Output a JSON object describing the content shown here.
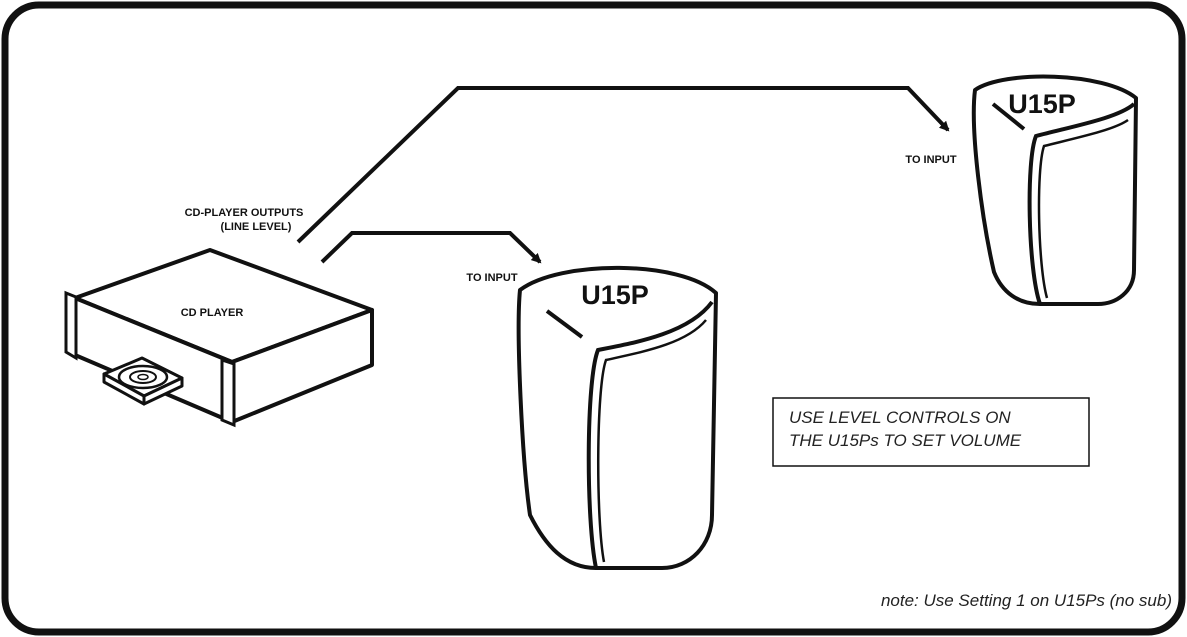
{
  "cd_player": {
    "label": "CD PLAYER",
    "outputs_line1": "CD-PLAYER OUTPUTS",
    "outputs_line2": "(LINE LEVEL)"
  },
  "speaker_front": {
    "model": "U15P",
    "input_label": "TO INPUT"
  },
  "speaker_back": {
    "model": "U15P",
    "input_label": "TO INPUT"
  },
  "instruction_box": {
    "line1": "USE LEVEL CONTROLS ON",
    "line2": "THE U15Ps TO SET VOLUME"
  },
  "note": "note: Use Setting 1 on U15Ps (no sub)",
  "colors": {
    "line": "#111111",
    "background": "#ffffff"
  }
}
